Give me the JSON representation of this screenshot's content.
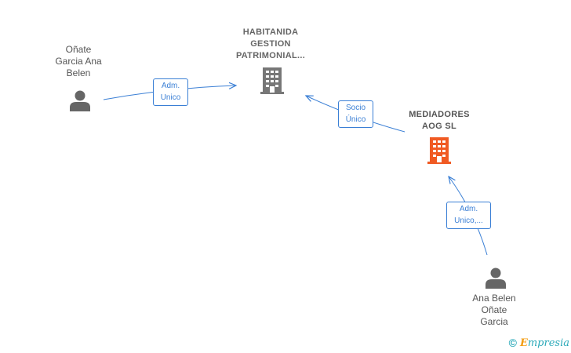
{
  "colors": {
    "edge": "#3a7fd5",
    "person": "#666666",
    "company_main": "#777777",
    "company_highlight": "#f05a23",
    "label_main": "#666666",
    "label_highlight": "#555555"
  },
  "nodes": {
    "person_1": {
      "name": "Oñate\nGarcia Ana\nBelen",
      "icon": "person-icon"
    },
    "person_2": {
      "name": "Ana Belen\nOñate\nGarcia",
      "icon": "person-icon"
    },
    "company_main": {
      "name": "HABITANIDA\nGESTION\nPATRIMONIAL...",
      "icon": "building-icon"
    },
    "company_highlight": {
      "name": "MEDIADORES\nAOG SL",
      "icon": "building-icon"
    }
  },
  "edges": [
    {
      "label": "Adm.\nUnico"
    },
    {
      "label": "Socio\nÚnico"
    },
    {
      "label": "Adm.\nUnico,..."
    }
  ],
  "brand": {
    "copyright": "©",
    "name_initial": "E",
    "name_rest": "mpresia"
  }
}
